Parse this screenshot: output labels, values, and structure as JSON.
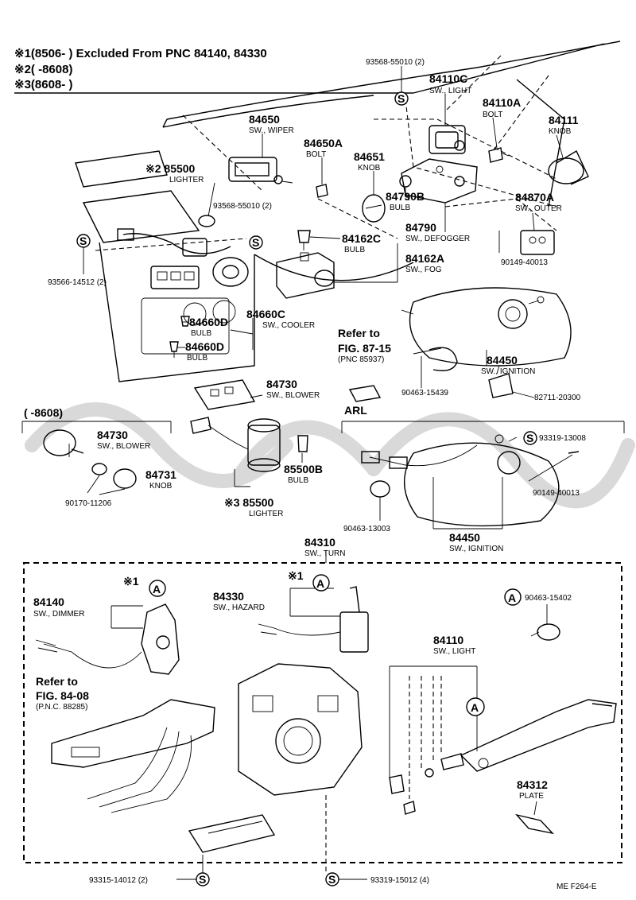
{
  "header": {
    "note1": "※1(8506-      ) Excluded From PNC 84140, 84330",
    "note2": "※2(      -8608)",
    "note3": "※3(8608-      )"
  },
  "callouts": [
    {
      "id": "c1",
      "code": "93568-55010 (2)",
      "desc": ""
    },
    {
      "id": "c2",
      "code": "84110C",
      "desc": "SW., LIGHT"
    },
    {
      "id": "c3",
      "code": "84110A",
      "desc": "BOLT"
    },
    {
      "id": "c4",
      "code": "84111",
      "desc": "KNOB"
    },
    {
      "id": "c5",
      "code": "84650",
      "desc": "SW., WIPER"
    },
    {
      "id": "c6",
      "code": "84650A",
      "desc": "BOLT"
    },
    {
      "id": "c7",
      "code": "84651",
      "desc": "KNOB"
    },
    {
      "id": "c8",
      "code": "※2 85500",
      "desc": "LIGHTER"
    },
    {
      "id": "c9",
      "code": "84790B",
      "desc": "BULB"
    },
    {
      "id": "c10",
      "code": "84870A",
      "desc": "SW., OUTER"
    },
    {
      "id": "c11",
      "code": "93568-55010 (2)",
      "desc": ""
    },
    {
      "id": "c12",
      "code": "84790",
      "desc": "SW., DEFOGGER"
    },
    {
      "id": "c13",
      "code": "84162C",
      "desc": "BULB"
    },
    {
      "id": "c14",
      "code": "84162A",
      "desc": "SW., FOG"
    },
    {
      "id": "c15",
      "code": "90149-40013",
      "desc": ""
    },
    {
      "id": "c16",
      "code": "93566-14512 (2)",
      "desc": ""
    },
    {
      "id": "c17",
      "code": "84660C",
      "desc": "SW., COOLER"
    },
    {
      "id": "c18",
      "code": "84660D",
      "desc": "BULB"
    },
    {
      "id": "c19",
      "code": "84660D",
      "desc": "BULB"
    },
    {
      "id": "c20",
      "code": "Refer to",
      "desc": "FIG. 87-15"
    },
    {
      "id": "c21",
      "code": "(PNC 85937)",
      "desc": ""
    },
    {
      "id": "c22",
      "code": "84450",
      "desc": "SW., IGNITION"
    },
    {
      "id": "c23",
      "code": "84730",
      "desc": "SW., BLOWER"
    },
    {
      "id": "c24",
      "code": "90463-15439",
      "desc": ""
    },
    {
      "id": "c25",
      "code": "82711-20300",
      "desc": ""
    },
    {
      "id": "c26",
      "code": "(      -8608)",
      "desc": ""
    },
    {
      "id": "c27",
      "code": "ARL",
      "desc": ""
    },
    {
      "id": "c28",
      "code": "84730",
      "desc": "SW., BLOWER"
    },
    {
      "id": "c29",
      "code": "93319-13008",
      "desc": ""
    },
    {
      "id": "c30",
      "code": "84731",
      "desc": "KNOB"
    },
    {
      "id": "c31",
      "code": "85500B",
      "desc": "BULB"
    },
    {
      "id": "c32",
      "code": "90170-11206",
      "desc": ""
    },
    {
      "id": "c33",
      "code": "90149-40013",
      "desc": ""
    },
    {
      "id": "c34",
      "code": "※3 85500",
      "desc": "LIGHTER"
    },
    {
      "id": "c35",
      "code": "90463-13003",
      "desc": ""
    },
    {
      "id": "c36",
      "code": "84450",
      "desc": "SW., IGNITION"
    },
    {
      "id": "c37",
      "code": "84310",
      "desc": "SW., TURN"
    },
    {
      "id": "c38",
      "code": "84140",
      "desc": "SW., DIMMER"
    },
    {
      "id": "c39",
      "code": "84330",
      "desc": "SW., HAZARD"
    },
    {
      "id": "c40",
      "code": "90463-15402",
      "desc": ""
    },
    {
      "id": "c41",
      "code": "84110",
      "desc": "SW., LIGHT"
    },
    {
      "id": "c42",
      "code": "Refer to",
      "desc": "FIG. 84-08"
    },
    {
      "id": "c43",
      "code": "(P.N.C. 88285)",
      "desc": ""
    },
    {
      "id": "c44",
      "code": "84312",
      "desc": "PLATE"
    },
    {
      "id": "c45",
      "code": "93315-14012 (2)",
      "desc": ""
    },
    {
      "id": "c46",
      "code": "93319-15012 (4)",
      "desc": ""
    }
  ],
  "markers": {
    "s": "S",
    "a": "A",
    "note1": "※1"
  },
  "footer": {
    "figure": "ME  F264-E"
  }
}
